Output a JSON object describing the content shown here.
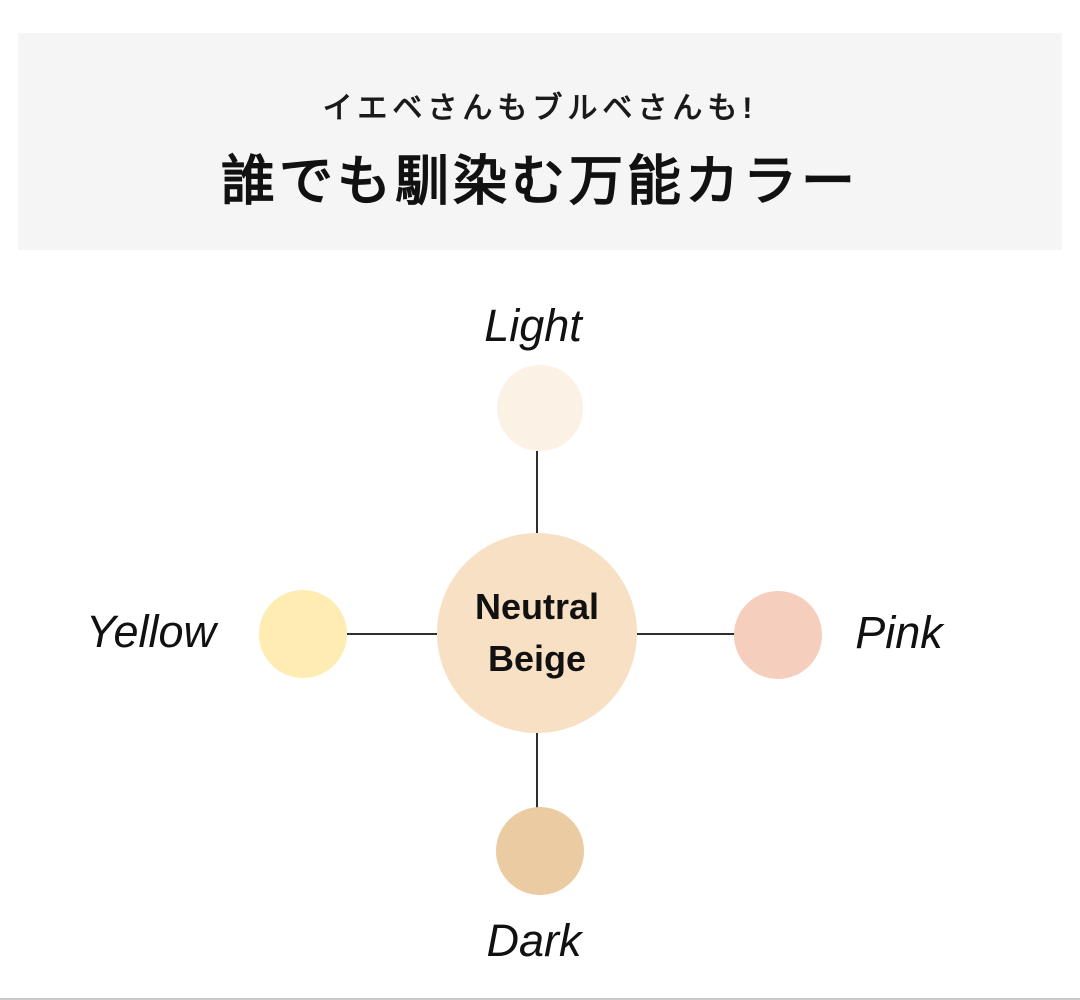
{
  "header": {
    "subtitle": "イエベさんもブルベさんも!",
    "title": "誰でも馴染む万能カラー",
    "background_color": "#f5f5f5"
  },
  "diagram": {
    "center_node": {
      "label_line1": "Neutral",
      "label_line2": "Beige",
      "color": "#f8e0c4"
    },
    "satellites": [
      {
        "id": "light",
        "label": "Light",
        "color": "#fcf1e5",
        "position": "top"
      },
      {
        "id": "pink",
        "label": "Pink",
        "color": "#f6cebd",
        "position": "right"
      },
      {
        "id": "dark",
        "label": "Dark",
        "color": "#ebcba2",
        "position": "bottom"
      },
      {
        "id": "yellow",
        "label": "Yellow",
        "color": "#feecb2",
        "position": "left"
      }
    ],
    "connector_color": "#2e2e2e"
  }
}
